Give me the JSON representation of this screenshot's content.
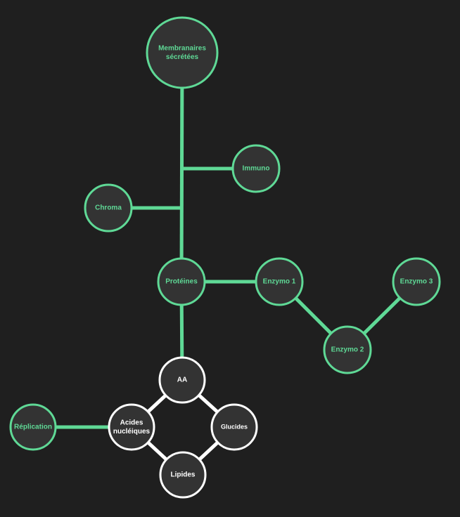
{
  "colors": {
    "background": "#1f1f1f",
    "node_fill": "#333333",
    "green": "#5fd996",
    "white": "#ffffff"
  },
  "nodes": {
    "membranaires": {
      "lines": [
        "Membranaires",
        "sécrétées"
      ],
      "color": "green"
    },
    "immuno": {
      "lines": [
        "Immuno"
      ],
      "color": "green"
    },
    "chroma": {
      "lines": [
        "Chroma"
      ],
      "color": "green"
    },
    "proteines": {
      "lines": [
        "Protéines"
      ],
      "color": "green"
    },
    "enzymo1": {
      "lines": [
        "Enzymo 1"
      ],
      "color": "green"
    },
    "enzymo2": {
      "lines": [
        "Enzymo 2"
      ],
      "color": "green"
    },
    "enzymo3": {
      "lines": [
        "Enzymo 3"
      ],
      "color": "green"
    },
    "aa": {
      "lines": [
        "AA"
      ],
      "color": "white"
    },
    "acides": {
      "lines": [
        "Acides",
        "nucléiques"
      ],
      "color": "white"
    },
    "glucides": {
      "lines": [
        "Glucides"
      ],
      "color": "white"
    },
    "lipides": {
      "lines": [
        "Lipides"
      ],
      "color": "white"
    },
    "replication": {
      "lines": [
        "Réplication"
      ],
      "color": "green"
    }
  },
  "edges": [
    {
      "from": "membranaires",
      "to": "proteines",
      "color": "green"
    },
    {
      "from": "immuno",
      "to": "membranaires",
      "color": "green"
    },
    {
      "from": "chroma",
      "to": "membranaires",
      "color": "green"
    },
    {
      "from": "proteines",
      "to": "enzymo1",
      "color": "green"
    },
    {
      "from": "enzymo1",
      "to": "enzymo2",
      "color": "green"
    },
    {
      "from": "enzymo2",
      "to": "enzymo3",
      "color": "green"
    },
    {
      "from": "proteines",
      "to": "aa",
      "color": "green"
    },
    {
      "from": "aa",
      "to": "acides",
      "color": "white"
    },
    {
      "from": "aa",
      "to": "glucides",
      "color": "white"
    },
    {
      "from": "acides",
      "to": "lipides",
      "color": "white"
    },
    {
      "from": "glucides",
      "to": "lipides",
      "color": "white"
    },
    {
      "from": "replication",
      "to": "acides",
      "color": "green"
    }
  ]
}
